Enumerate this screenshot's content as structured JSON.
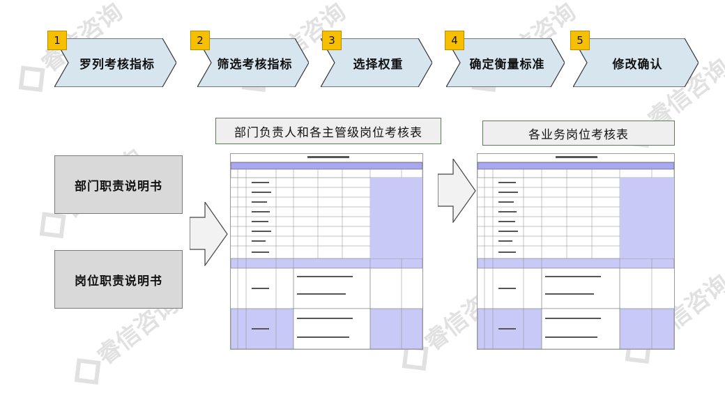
{
  "steps": [
    {
      "num": "1",
      "label": "罗列考核指标"
    },
    {
      "num": "2",
      "label": "筛选考核指标"
    },
    {
      "num": "3",
      "label": "选择权重"
    },
    {
      "num": "4",
      "label": "确定衡量标准"
    },
    {
      "num": "5",
      "label": "修改确认"
    }
  ],
  "docs": {
    "dept": "部门职责说明书",
    "position": "岗位职责说明书"
  },
  "tables": {
    "left_title": "部门负责人和各主管级岗位考核表",
    "right_title": "各业务岗位考核表"
  },
  "watermark": "睿信咨询",
  "colors": {
    "step_fill": "#d6e5ee",
    "badge": "#f6c000",
    "sheet_header": "#a8a8f0",
    "sheet_shade": "#c9c9f7"
  }
}
